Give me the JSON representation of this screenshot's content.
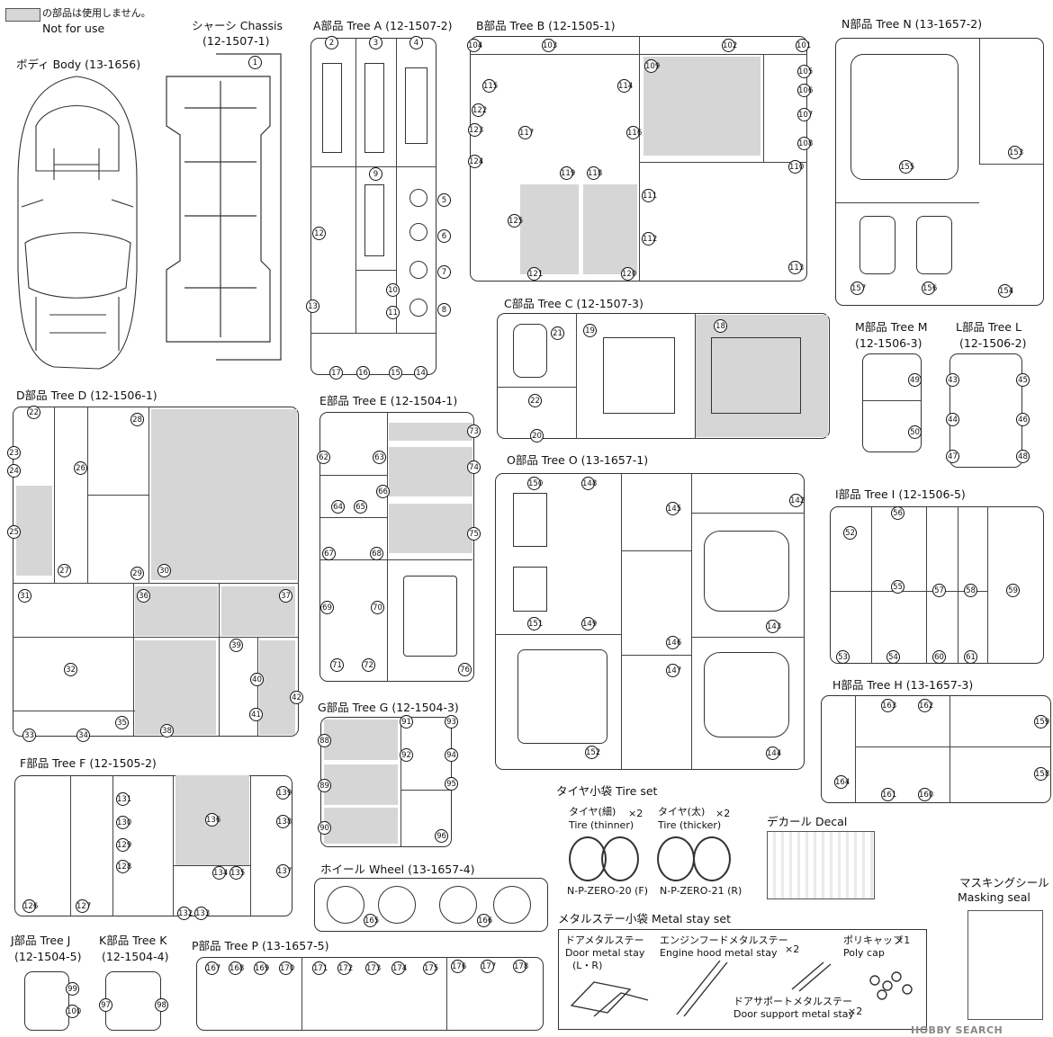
{
  "legend": {
    "jp": "の部品は使用しません。",
    "en": "Not for use"
  },
  "body": {
    "title": "ボディ Body (13-1656)"
  },
  "chassis": {
    "title": "シャーシ Chassis",
    "code": "(12-1507-1)",
    "nums": [
      "1"
    ]
  },
  "treeA": {
    "title": "A部品 Tree A (12-1507-2)",
    "nums": [
      "2",
      "3",
      "4",
      "5",
      "6",
      "7",
      "8",
      "9",
      "10",
      "11",
      "12",
      "13",
      "14",
      "15",
      "16",
      "17"
    ]
  },
  "treeB": {
    "title": "B部品 Tree B (12-1505-1)",
    "nums": [
      "101",
      "102",
      "103",
      "104",
      "105",
      "106",
      "107",
      "108",
      "109",
      "110",
      "111",
      "112",
      "113",
      "114",
      "115",
      "116",
      "117",
      "118",
      "119",
      "120",
      "121",
      "122",
      "123",
      "124",
      "125"
    ]
  },
  "treeN": {
    "title": "N部品 Tree N (13-1657-2)",
    "nums": [
      "153",
      "154",
      "155",
      "156",
      "157"
    ]
  },
  "treeC": {
    "title": "C部品 Tree C (12-1507-3)",
    "nums": [
      "18",
      "19",
      "20",
      "21",
      "22"
    ]
  },
  "treeM": {
    "title": "M部品 Tree M",
    "code": "(12-1506-3)",
    "nums": [
      "49",
      "50"
    ]
  },
  "treeL": {
    "title": "L部品 Tree L",
    "code": "(12-1506-2)",
    "nums": [
      "43",
      "44",
      "45",
      "46",
      "47",
      "48"
    ]
  },
  "treeD": {
    "title": "D部品 Tree D (12-1506-1)",
    "nums": [
      "22",
      "23",
      "24",
      "25",
      "26",
      "27",
      "28",
      "29",
      "30",
      "31",
      "32",
      "33",
      "34",
      "35",
      "36",
      "37",
      "38",
      "39",
      "40",
      "41",
      "42"
    ]
  },
  "treeE": {
    "title": "E部品 Tree E (12-1504-1)",
    "nums": [
      "62",
      "63",
      "64",
      "65",
      "66",
      "67",
      "68",
      "69",
      "70",
      "71",
      "72",
      "73",
      "74",
      "75",
      "76"
    ]
  },
  "treeO": {
    "title": "O部品 Tree O (13-1657-1)",
    "nums": [
      "142",
      "143",
      "144",
      "145",
      "146",
      "147",
      "148",
      "149",
      "150",
      "151",
      "152"
    ]
  },
  "treeI": {
    "title": "I部品 Tree I (12-1506-5)",
    "nums": [
      "52",
      "53",
      "54",
      "55",
      "56",
      "57",
      "58",
      "59",
      "60",
      "61"
    ]
  },
  "treeH": {
    "title": "H部品 Tree H (13-1657-3)",
    "nums": [
      "158",
      "159",
      "160",
      "161",
      "162",
      "163",
      "164"
    ]
  },
  "treeF": {
    "title": "F部品 Tree F (12-1505-2)",
    "nums": [
      "126",
      "127",
      "128",
      "129",
      "130",
      "131",
      "132",
      "133",
      "134",
      "135",
      "136",
      "137",
      "138",
      "139"
    ]
  },
  "treeG": {
    "title": "G部品 Tree G (12-1504-3)",
    "nums": [
      "88",
      "89",
      "90",
      "91",
      "92",
      "93",
      "94",
      "95",
      "96"
    ]
  },
  "tire": {
    "title": "タイヤ小袋 Tire set",
    "thin_jp": "タイヤ(細)",
    "thin_en": "Tire (thinner)",
    "thin_qty": "×2",
    "thin_code": "N-P-ZERO-20 (F)",
    "thick_jp": "タイヤ(太)",
    "thick_en": "Tire (thicker)",
    "thick_qty": "×2",
    "thick_code": "N-P-ZERO-21 (R)"
  },
  "decal": {
    "title": "デカール Decal"
  },
  "wheel": {
    "title": "ホイール Wheel (13-1657-4)",
    "nums": [
      "165",
      "166"
    ]
  },
  "masking": {
    "title_jp": "マスキングシール",
    "title_en": "Masking seal"
  },
  "metal": {
    "title": "メタルステー小袋 Metal stay set",
    "door_jp": "ドアメタルステー",
    "door_en": "Door metal stay",
    "door_lr": "(L・R)",
    "hood_jp": "エンジンフードメタルステー",
    "hood_en": "Engine hood metal stay",
    "hood_qty": "×2",
    "poly_jp": "ポリキャップ",
    "poly_qty": "×1",
    "poly_en": "Poly cap",
    "support_jp": "ドアサポートメタルステー",
    "support_en": "Door support metal stay",
    "support_qty": "×2"
  },
  "treeJ": {
    "title": "J部品 Tree J",
    "code": "(12-1504-5)",
    "nums": [
      "99",
      "100"
    ]
  },
  "treeK": {
    "title": "K部品 Tree K",
    "code": "(12-1504-4)",
    "nums": [
      "97",
      "98"
    ]
  },
  "treeP": {
    "title": "P部品 Tree P (13-1657-5)",
    "nums": [
      "167",
      "168",
      "169",
      "170",
      "171",
      "172",
      "173",
      "174",
      "175",
      "176",
      "177",
      "178"
    ]
  },
  "watermark": "HOBBY SEARCH",
  "colors": {
    "unused_gray": "#d6d6d6",
    "line": "#333333"
  }
}
